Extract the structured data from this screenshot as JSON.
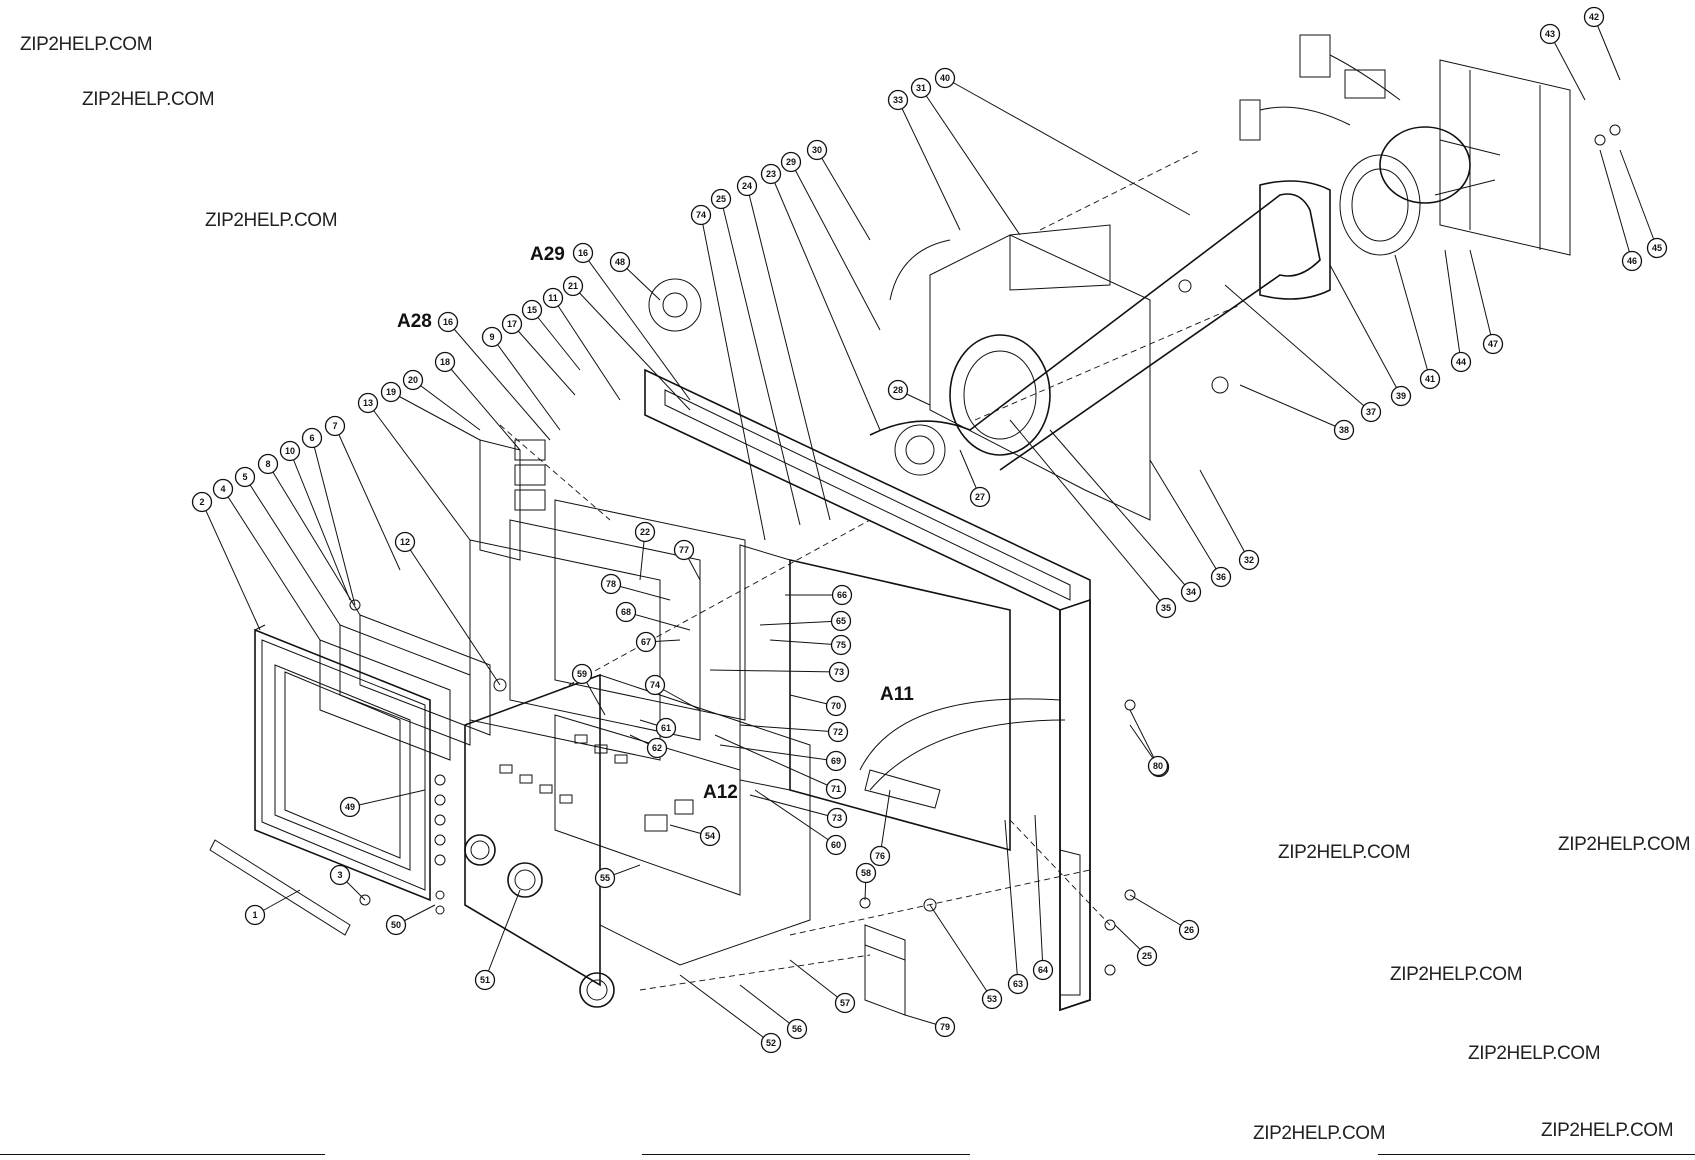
{
  "watermarks": [
    "ZIP2HELP.COM",
    "ZIP2HELP.COM",
    "ZIP2HELP.COM",
    "ZIP2HELP.COM",
    "ZIP2HELP.COM",
    "ZIP2HELP.COM",
    "ZIP2HELP.COM",
    "ZIP2HELP.COM",
    "ZIP2HELP.COM"
  ],
  "assemblies": [
    "A29",
    "A28",
    "A11",
    "A12"
  ],
  "callouts": [
    "1",
    "2",
    "3",
    "4",
    "5",
    "6",
    "7",
    "8",
    "9",
    "10",
    "11",
    "12",
    "13",
    "15",
    "16",
    "16",
    "17",
    "18",
    "19",
    "20",
    "21",
    "22",
    "23",
    "24",
    "25",
    "25",
    "26",
    "27",
    "28",
    "29",
    "30",
    "31",
    "32",
    "33",
    "34",
    "35",
    "36",
    "37",
    "38",
    "39",
    "40",
    "41",
    "42",
    "43",
    "44",
    "45",
    "46",
    "47",
    "48",
    "49",
    "50",
    "51",
    "52",
    "53",
    "54",
    "55",
    "56",
    "57",
    "58",
    "59",
    "60",
    "60",
    "61",
    "62",
    "63",
    "64",
    "65",
    "66",
    "67",
    "68",
    "69",
    "70",
    "71",
    "72",
    "73",
    "73",
    "74",
    "74",
    "75",
    "76",
    "77",
    "78",
    "79",
    "80"
  ]
}
